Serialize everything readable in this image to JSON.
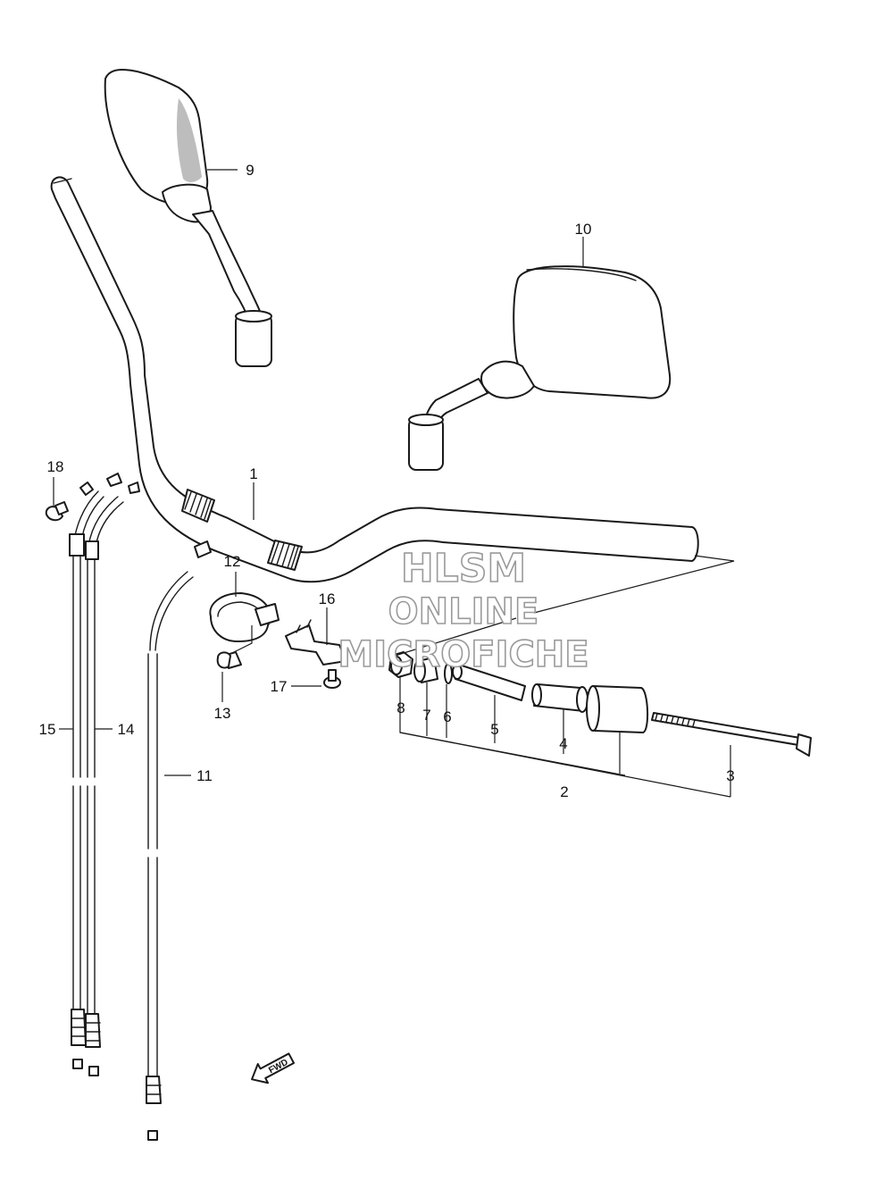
{
  "watermark": {
    "line1": "HLSM",
    "line2": "ONLINE",
    "line3": "MICROFICHE"
  },
  "arrow_label": "FWD",
  "callouts": {
    "c1": "1",
    "c2": "2",
    "c3": "3",
    "c4": "4",
    "c5": "5",
    "c6": "6",
    "c7": "7",
    "c8": "8",
    "c9": "9",
    "c10": "10",
    "c11": "11",
    "c12": "12",
    "c13": "13",
    "c14": "14",
    "c15": "15",
    "c16": "16",
    "c17": "17",
    "c18": "18"
  },
  "colors": {
    "line": "#1a1a1a",
    "background": "#ffffff",
    "watermark_outline": "#9a9a9a"
  }
}
